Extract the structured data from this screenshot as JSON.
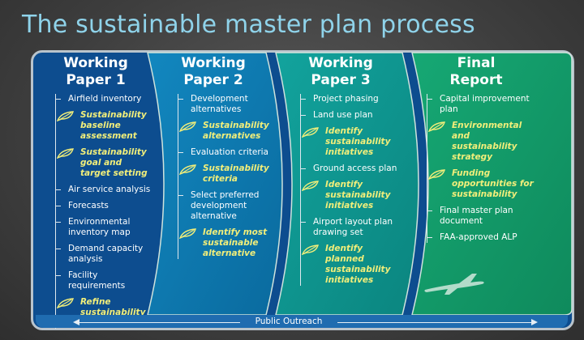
{
  "title": "The sustainable master plan process",
  "colors": {
    "title": "#8fd3ea",
    "panel1": "#0d4d8f",
    "panel2": "#0f7bb0",
    "panel3": "#0f9a92",
    "panel4": "#14a070",
    "highlight": "#f1ee7a",
    "frame": "#b9c4cc"
  },
  "columns": [
    {
      "title_line1": "Working",
      "title_line2": "Paper 1",
      "items": [
        {
          "text": "Airfield inventory",
          "sustainability": false
        },
        {
          "text": "Sustainability baseline assessment",
          "sustainability": true
        },
        {
          "text": "Sustainability goal and target setting",
          "sustainability": true
        },
        {
          "text": "Air service analysis",
          "sustainability": false
        },
        {
          "text": "Forecasts",
          "sustainability": false
        },
        {
          "text": "Environmental inventory map",
          "sustainability": false
        },
        {
          "text": "Demand capacity analysis",
          "sustainability": false
        },
        {
          "text": "Facility requirements",
          "sustainability": false
        },
        {
          "text": "Refine sustainability goals",
          "sustainability": true
        }
      ]
    },
    {
      "title_line1": "Working",
      "title_line2": "Paper 2",
      "items": [
        {
          "text": "Development alternatives",
          "sustainability": false
        },
        {
          "text": "Sustainability alternatives",
          "sustainability": true
        },
        {
          "text": "Evaluation criteria",
          "sustainability": false
        },
        {
          "text": "Sustainability criteria",
          "sustainability": true
        },
        {
          "text": "Select preferred development alternative",
          "sustainability": false
        },
        {
          "text": "Identify most sustainable alternative",
          "sustainability": true
        }
      ]
    },
    {
      "title_line1": "Working",
      "title_line2": "Paper 3",
      "items": [
        {
          "text": "Project phasing",
          "sustainability": false
        },
        {
          "text": "Land use plan",
          "sustainability": false
        },
        {
          "text": "Identify sustainability initiatives",
          "sustainability": true
        },
        {
          "text": "Ground access plan",
          "sustainability": false
        },
        {
          "text": "Identify sustainability initiatives",
          "sustainability": true
        },
        {
          "text": "Airport layout plan drawing set",
          "sustainability": false
        },
        {
          "text": "Identify planned sustainability initiatives",
          "sustainability": true
        }
      ]
    },
    {
      "title_line1": "Final",
      "title_line2": "Report",
      "items": [
        {
          "text": "Capital improvement plan",
          "sustainability": false
        },
        {
          "text": "Environmental and sustainability strategy",
          "sustainability": true
        },
        {
          "text": "Funding opportunities for sustainability",
          "sustainability": true
        },
        {
          "text": "Final master plan document",
          "sustainability": false
        },
        {
          "text": "FAA-approved ALP",
          "sustainability": false
        }
      ]
    }
  ],
  "outreach_label": "Public Outreach",
  "icons": {
    "sustainability": "leaf-icon",
    "plane": "airplane-icon"
  }
}
